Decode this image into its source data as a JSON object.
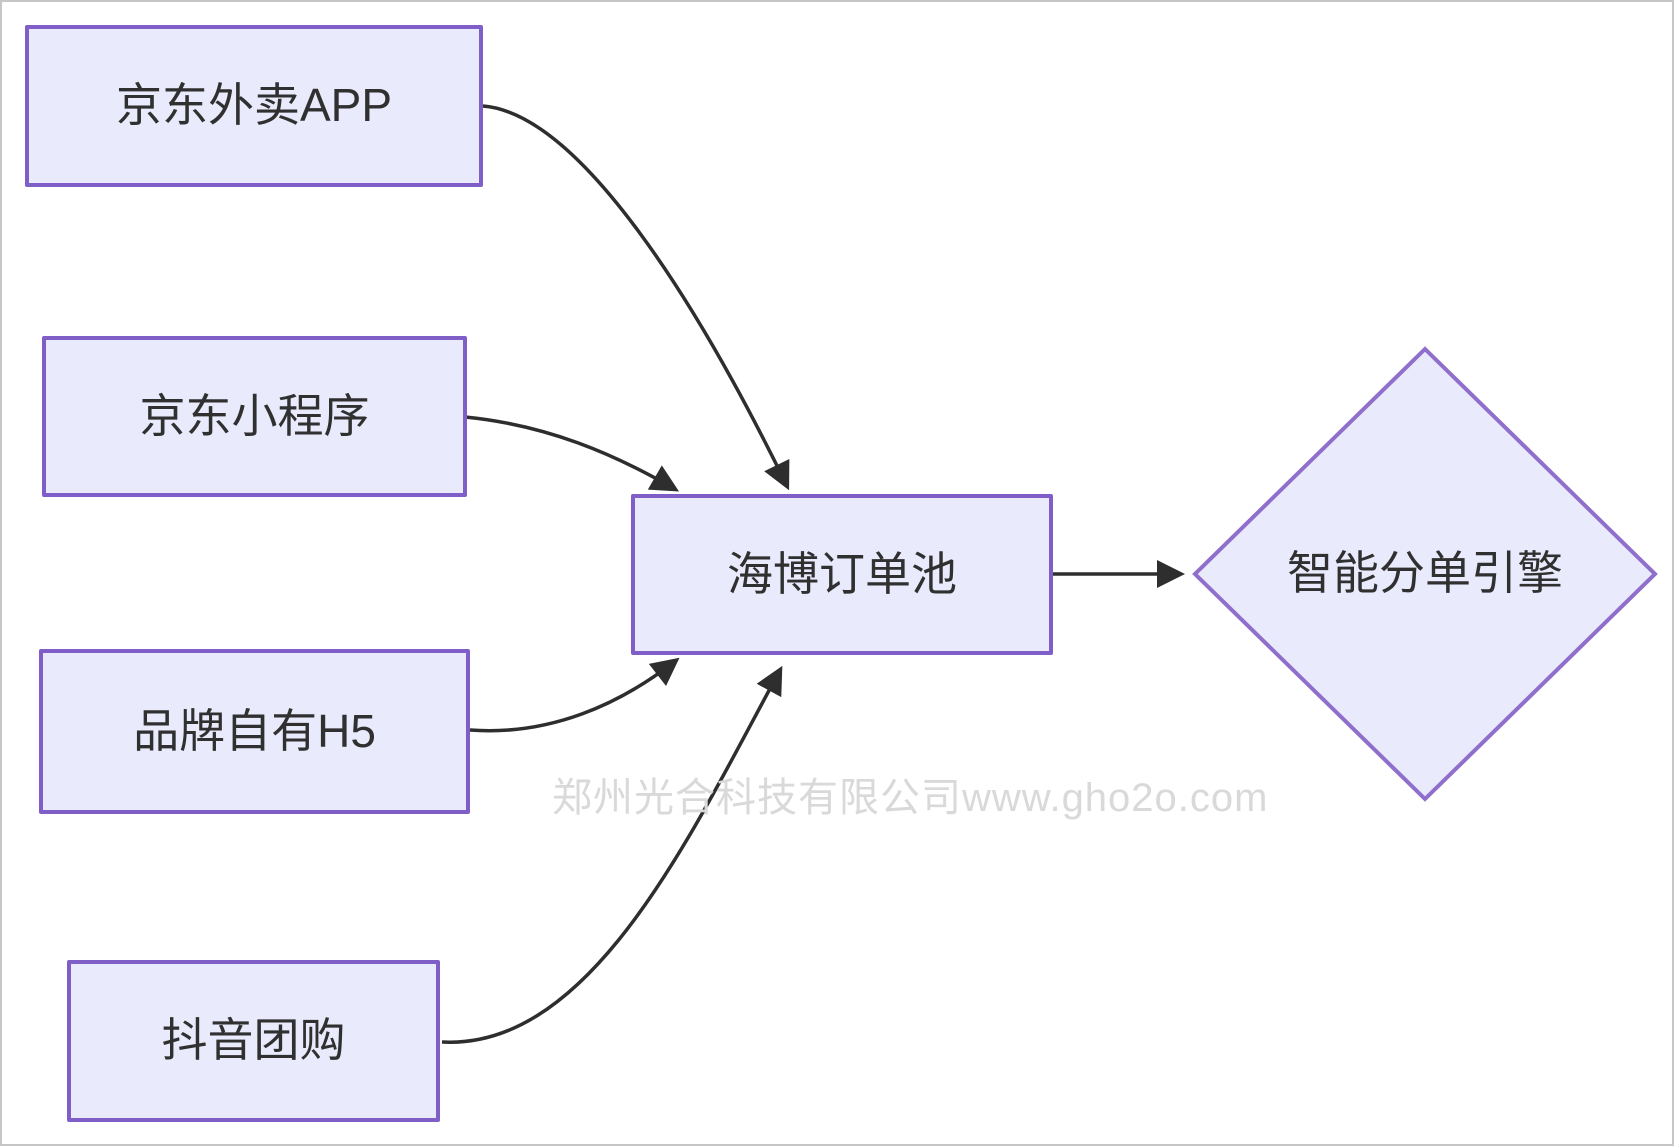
{
  "diagram": {
    "nodes": [
      {
        "id": "jd-waimai-app",
        "label": "京东外卖APP",
        "shape": "rect"
      },
      {
        "id": "jd-mini-program",
        "label": "京东小程序",
        "shape": "rect"
      },
      {
        "id": "brand-own-h5",
        "label": "品牌自有H5",
        "shape": "rect"
      },
      {
        "id": "douyin-group-buy",
        "label": "抖音团购",
        "shape": "rect"
      },
      {
        "id": "haibo-order-pool",
        "label": "海博订单池",
        "shape": "rect"
      },
      {
        "id": "smart-dispatch-engine",
        "label": "智能分单引擎",
        "shape": "diamond"
      }
    ],
    "edges": [
      {
        "from": "京东外卖APP",
        "to": "海博订单池"
      },
      {
        "from": "京东小程序",
        "to": "海博订单池"
      },
      {
        "from": "品牌自有H5",
        "to": "海博订单池"
      },
      {
        "from": "抖音团购",
        "to": "海博订单池"
      },
      {
        "from": "海博订单池",
        "to": "智能分单引擎"
      }
    ],
    "colors": {
      "node_fill": "#e9eafb",
      "rect_border": "#7f5fc7",
      "diamond_border": "#8f6fcb",
      "arrow": "#2e2e2e",
      "label_text": "#303030",
      "watermark_text": "#d9d9d9"
    }
  },
  "watermark": {
    "text": "郑州光合科技有限公司www.gho2o.com"
  }
}
